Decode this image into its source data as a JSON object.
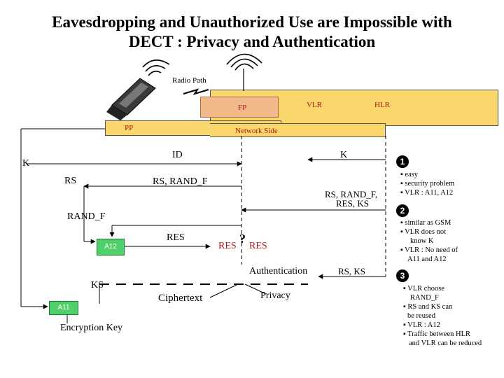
{
  "title": {
    "line1": "Eavesdropping and Unauthorized Use are Impossible with",
    "line2": "DECT : Privacy and Authentication"
  },
  "radio_path_label": "Radio Path",
  "nodes": {
    "fp": "FP",
    "vlr": "VLR",
    "hlr": "HLR",
    "pp": "PP",
    "network_side": "Network Side"
  },
  "flow": {
    "k_left": "K",
    "id": "ID",
    "k_right": "K",
    "rs": "RS",
    "rs_rand_f": "RS, RAND_F",
    "rs_rand_f_res_ks_line1": "RS, RAND_F,",
    "rs_rand_f_res_ks_line2": "RES, KS",
    "rand_f": "RAND_F",
    "res": "RES",
    "a12": "A12",
    "res_compare_left": "RES",
    "res_compare_q": "?",
    "res_compare_right": "RES",
    "authentication": "Authentication",
    "rs_ks": "RS, KS",
    "ks": "KS",
    "ciphertext": "Ciphertext",
    "privacy": "Privacy",
    "a11": "A11",
    "encryption_key": "Encryption Key"
  },
  "notes": [
    {
      "number": "1",
      "bullets": [
        "easy",
        "security problem",
        "VLR : A11, A12"
      ]
    },
    {
      "number": "2",
      "bullets": [
        "similar as GSM",
        "VLR does not",
        "know K",
        "VLR : No need of",
        "A11 and A12"
      ]
    },
    {
      "number": "3",
      "bullets": [
        "VLR choose",
        "RAND_F",
        "RS and KS can",
        "be reused",
        "VLR : A12",
        "Traffic between HLR",
        "and VLR can be reduced"
      ]
    }
  ]
}
